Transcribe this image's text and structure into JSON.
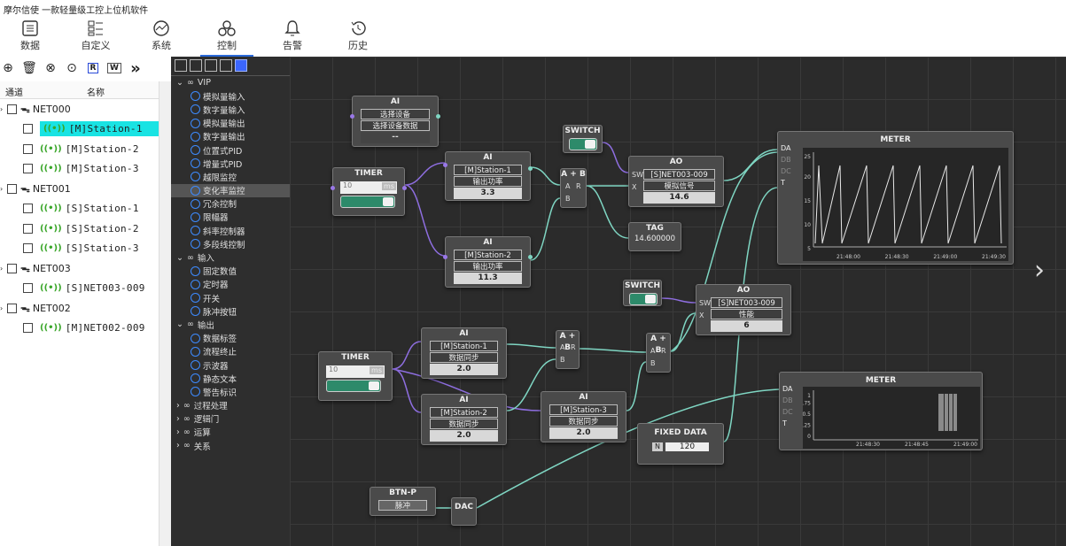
{
  "app": {
    "title": "摩尔信使  一款轻量级工控上位机软件"
  },
  "nav": [
    {
      "label": "数据"
    },
    {
      "label": "自定义"
    },
    {
      "label": "系统"
    },
    {
      "label": "控制"
    },
    {
      "label": "告警"
    },
    {
      "label": "历史"
    }
  ],
  "tree": {
    "headers": {
      "channel": "通道",
      "name": "名称"
    },
    "nets": [
      {
        "name": "NET000",
        "stations": [
          "[M]Station-1",
          "[M]Station-2",
          "[M]Station-3"
        ]
      },
      {
        "name": "NET001",
        "stations": [
          "[S]Station-1",
          "[S]Station-2",
          "[S]Station-3"
        ]
      },
      {
        "name": "NET003",
        "stations": [
          "[S]NET003-009"
        ]
      },
      {
        "name": "NET002",
        "stations": [
          "[M]NET002-009"
        ]
      }
    ]
  },
  "library": {
    "cats": [
      {
        "name": "VIP",
        "items": [
          "模拟量输入",
          "数字量输入",
          "模拟量输出",
          "数字量输出",
          "位置式PID",
          "增量式PID",
          "越限监控",
          "变化率监控",
          "冗余控制",
          "限幅器",
          "斜率控制器",
          "多段线控制"
        ]
      },
      {
        "name": "输入",
        "items": [
          "固定数值",
          "定时器",
          "开关",
          "脉冲按钮"
        ]
      },
      {
        "name": "输出",
        "items": [
          "数据标签",
          "流程终止",
          "示波器",
          "静态文本",
          "警告标识"
        ]
      }
    ],
    "collapsed": [
      "过程处理",
      "逻辑门",
      "运算",
      "关系"
    ]
  },
  "nodes": {
    "ai_top": {
      "title": "AI",
      "f1": "选择设备",
      "f2": "选择设备数据",
      "v": "--"
    },
    "timer1": {
      "title": "TIMER",
      "val": "10",
      "unit": "ms"
    },
    "ai_s1": {
      "title": "AI",
      "f1": "[M]Station-1",
      "f2": "输出功率",
      "v": "3.3"
    },
    "ai_s2": {
      "title": "AI",
      "f1": "[M]Station-2",
      "f2": "输出功率",
      "v": "11.3"
    },
    "add1": {
      "title": "A + B"
    },
    "switch1": {
      "title": "SWITCH"
    },
    "ao1": {
      "title": "AO",
      "f1": "[S]NET003-009",
      "f2": "模拟信号",
      "v": "14.6"
    },
    "tag": {
      "title": "TAG",
      "v": "14.600000"
    },
    "meter1": {
      "title": "METER",
      "ports": [
        "DA",
        "DB",
        "DC",
        "T"
      ],
      "yticks": [
        "25",
        "20",
        "15",
        "10",
        "5"
      ],
      "xticks": [
        "21:48:00",
        "21:48:30",
        "21:49:00",
        "21:49:30"
      ]
    },
    "switch2": {
      "title": "SWITCH"
    },
    "ao2": {
      "title": "AO",
      "f1": "[S]NET003-009",
      "f2": "性能",
      "v": "6"
    },
    "timer2": {
      "title": "TIMER",
      "val": "10",
      "unit": "ms"
    },
    "ai_b1": {
      "title": "AI",
      "f1": "[M]Station-1",
      "f2": "数据同步",
      "v": "2.0"
    },
    "ai_b2": {
      "title": "AI",
      "f1": "[M]Station-2",
      "f2": "数据同步",
      "v": "2.0"
    },
    "ai_b3": {
      "title": "AI",
      "f1": "[M]Station-3",
      "f2": "数据同步",
      "v": "2.0"
    },
    "add2": {
      "title": "A + B"
    },
    "add3": {
      "title": "A + B"
    },
    "fixed": {
      "title": "FIXED DATA",
      "n": "N",
      "v": "120"
    },
    "meter2": {
      "title": "METER",
      "ports": [
        "DA",
        "DB",
        "DC",
        "T"
      ],
      "yticks": [
        "1",
        "0.75",
        "0.5",
        "0.25",
        "0"
      ],
      "xticks": [
        "21:48:30",
        "21:48:45",
        "21:49:00"
      ]
    },
    "btn": {
      "title": "BTN-P",
      "f1": "脉冲"
    },
    "dac": {
      "title": "DAC"
    }
  },
  "colors": {
    "selection": "#19e3e3",
    "wire_teal": "#7fd6c3",
    "wire_purple": "#8e6ee0",
    "canvas": "#2b2b2b"
  }
}
